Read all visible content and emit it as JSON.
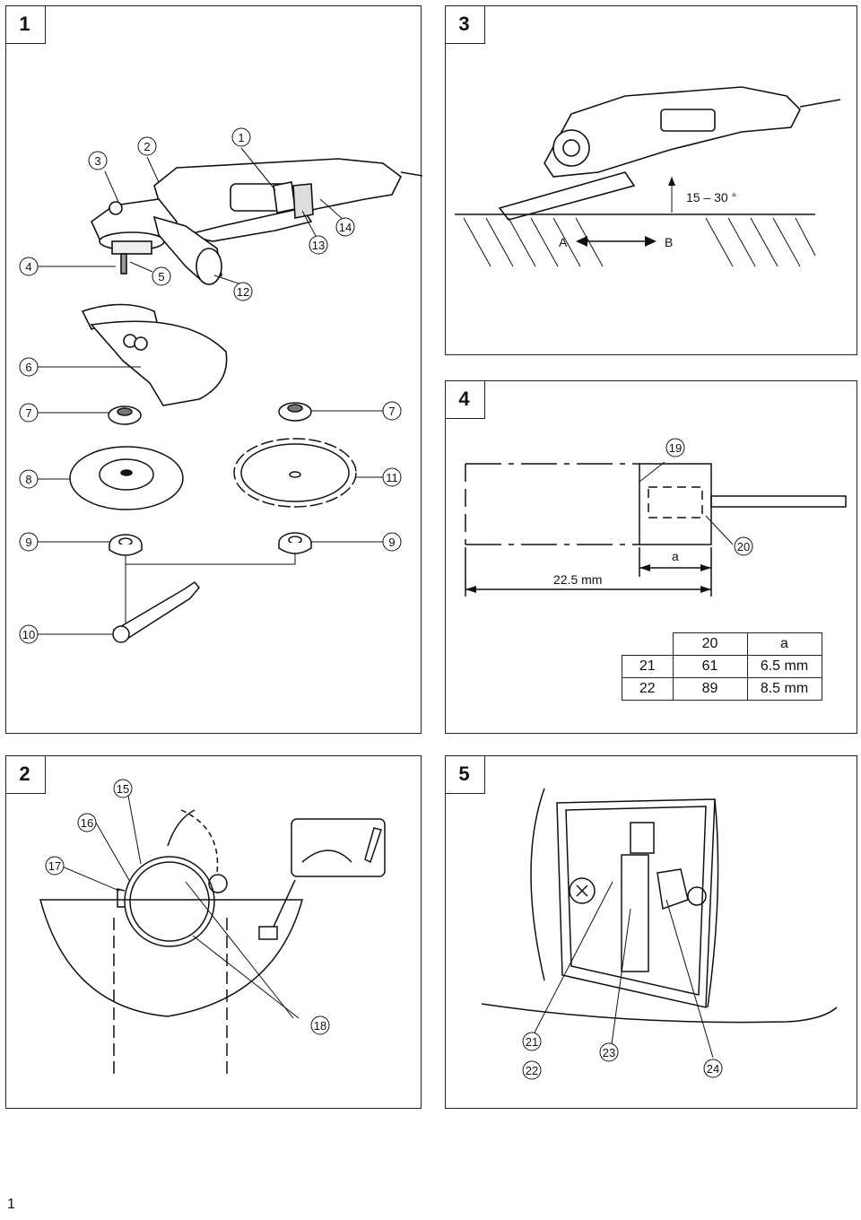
{
  "panels": {
    "p1": {
      "number": "1"
    },
    "p2": {
      "number": "2"
    },
    "p3": {
      "number": "3"
    },
    "p4": {
      "number": "4"
    },
    "p5": {
      "number": "5"
    }
  },
  "fig1": {
    "callouts": {
      "c1": "1",
      "c2": "2",
      "c3": "3",
      "c4": "4",
      "c5": "5",
      "c6": "6",
      "c7a": "7",
      "c7b": "7",
      "c8": "8",
      "c9a": "9",
      "c9b": "9",
      "c10": "10",
      "c11": "11",
      "c12": "12",
      "c13": "13",
      "c14": "14"
    }
  },
  "fig2": {
    "callouts": {
      "c15": "15",
      "c16": "16",
      "c17": "17",
      "c18": "18"
    }
  },
  "fig3": {
    "angle_label": "15 – 30 °",
    "direction_a": "A",
    "direction_b": "B"
  },
  "fig4": {
    "callouts": {
      "c19": "19",
      "c20": "20"
    },
    "dim_a": "a",
    "dim_total": "22.5 mm",
    "table": {
      "header": [
        "",
        "20",
        "a"
      ],
      "rows": [
        {
          "label": "21",
          "value": "61",
          "a": "6.5 mm"
        },
        {
          "label": "22",
          "value": "89",
          "a": "8.5 mm"
        }
      ]
    }
  },
  "fig5": {
    "callouts": {
      "c21": "21",
      "c22": "22",
      "c23": "23",
      "c24": "24"
    }
  },
  "page_number": "1"
}
